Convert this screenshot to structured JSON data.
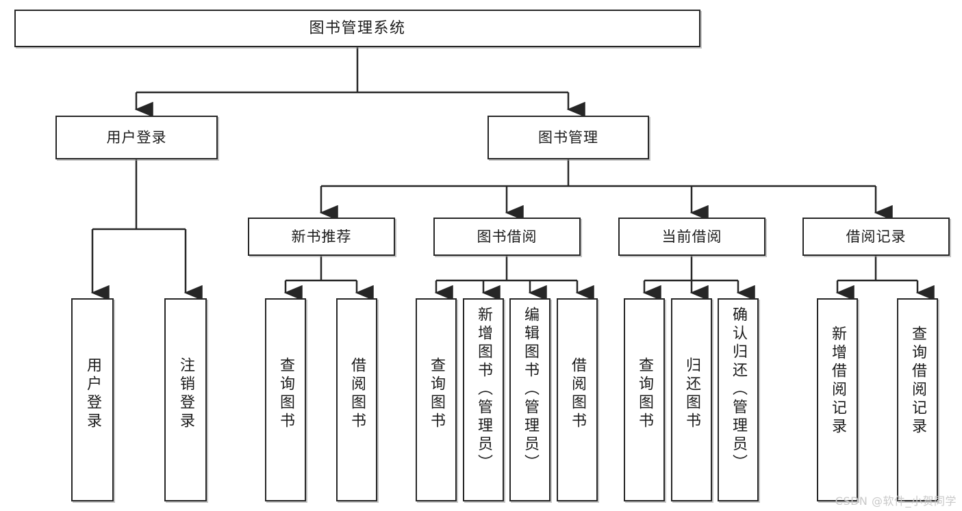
{
  "diagram": {
    "title": "图书管理系统",
    "type": "tree",
    "root": {
      "label": "图书管理系统"
    },
    "level1": [
      {
        "label": "用户登录"
      },
      {
        "label": "图书管理"
      }
    ],
    "level2": [
      {
        "label": "新书推荐"
      },
      {
        "label": "图书借阅"
      },
      {
        "label": "当前借阅"
      },
      {
        "label": "借阅记录"
      }
    ],
    "leaves": {
      "user_login": [
        {
          "label": "用户登录"
        },
        {
          "label": "注销登录"
        }
      ],
      "new_book_recommend": [
        {
          "label": "查询图书"
        },
        {
          "label": "借阅图书"
        }
      ],
      "book_borrow": [
        {
          "label": "查询图书"
        },
        {
          "label": "新增图书（管理员）"
        },
        {
          "label": "编辑图书（管理员）"
        },
        {
          "label": "借阅图书"
        }
      ],
      "current_borrow": [
        {
          "label": "查询图书"
        },
        {
          "label": "归还图书"
        },
        {
          "label": "确认归还（管理员）"
        }
      ],
      "borrow_records": [
        {
          "label": "新增借阅记录"
        },
        {
          "label": "查询借阅记录"
        }
      ]
    }
  },
  "watermark": {
    "text": "CSDN @软件_小贺同学"
  },
  "colors": {
    "stroke": "#262626",
    "background": "#ffffff",
    "text": "#1b1b1b",
    "watermark": "#c9c9c9"
  }
}
